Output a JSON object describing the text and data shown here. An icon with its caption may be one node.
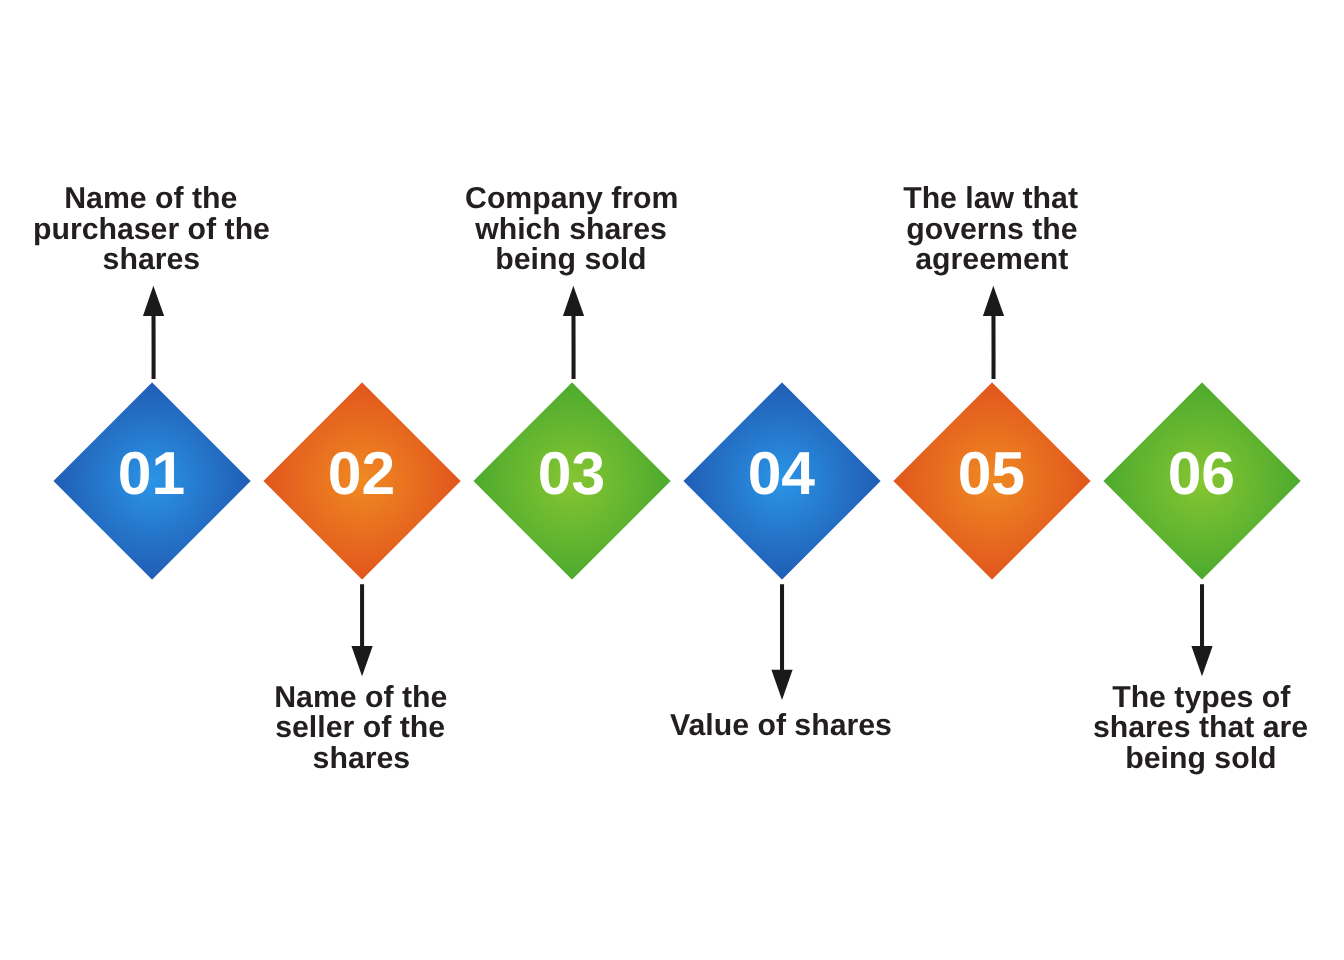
{
  "diagram": {
    "nodes": [
      {
        "text": [
          "01"
        ]
      },
      {
        "text": [
          "02"
        ]
      },
      {
        "text": [
          "03"
        ]
      },
      {
        "text": [
          "04"
        ]
      },
      {
        "text": [
          "05"
        ]
      },
      {
        "text": [
          "06"
        ]
      },
      {
        "text": [
          "Name of the purchaser of the shares"
        ]
      },
      {
        "text": [
          "Name of the seller of the shares"
        ]
      },
      {
        "text": [
          "Company from which shares being sold"
        ]
      },
      {
        "text": [
          "Value of shares"
        ]
      },
      {
        "text": [
          "The law that governs the agreement"
        ]
      },
      {
        "text": [
          "The types of shares that are being sold"
        ]
      }
    ],
    "edges": [
      {
        "from": 0,
        "to": 6,
        "arrow": "to"
      },
      {
        "from": 1,
        "to": 7,
        "arrow": "to"
      },
      {
        "from": 2,
        "to": 8,
        "arrow": "to"
      },
      {
        "from": 3,
        "to": 9,
        "arrow": "to"
      },
      {
        "from": 4,
        "to": 10,
        "arrow": "to"
      },
      {
        "from": 5,
        "to": 11,
        "arrow": "to"
      }
    ]
  }
}
